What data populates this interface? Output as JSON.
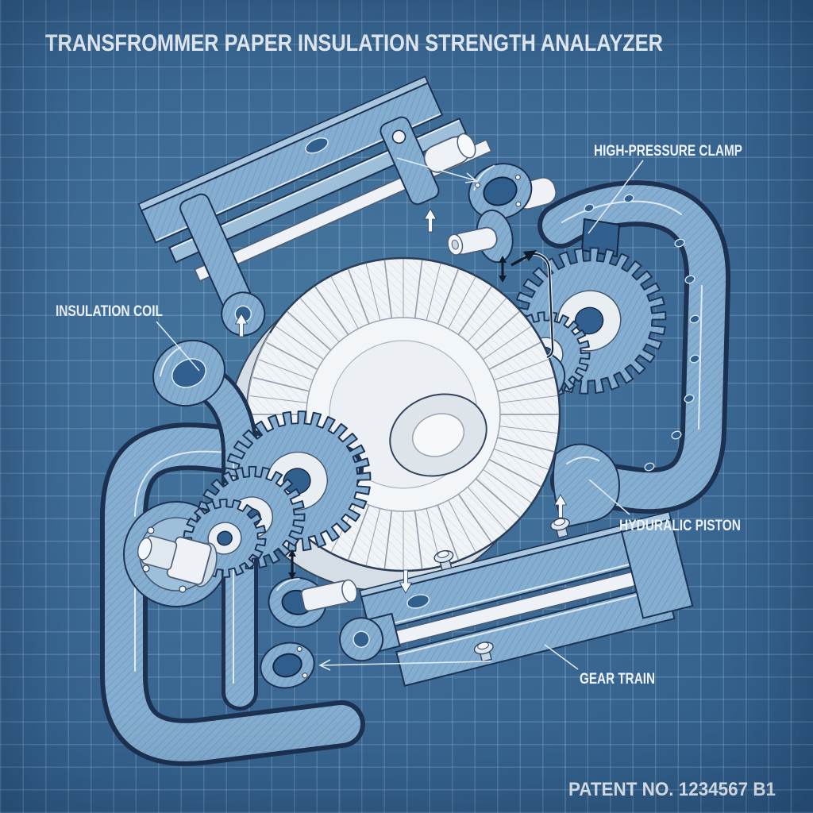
{
  "title": "TRANSFROMMER PAPER INSULATION STRENGTH ANALAYZER",
  "patent_label": "PATENT NO. 1234567 B1",
  "callouts": {
    "high_pressure_clamp": "HIGH-PRESSURE CLAMP",
    "insulation_coil": "INSULATION COIL",
    "hyduralic_piston": "HYDURALIC PISTON",
    "gear_train": "GEAR TRAIN"
  },
  "drawing": {
    "style": "blueprint exploded-view patent drawing",
    "parts": [
      "linear-rail-assembly-top",
      "high-pressure-clamp-frame",
      "gear-cluster-right",
      "insulation-coil-drum",
      "gear-train-left",
      "clamp-frame-left",
      "hydraulic-piston-bracket",
      "linear-rail-assembly-bottom",
      "washer-top",
      "flanged-bushing-top",
      "retaining-wire",
      "flanged-pin-bottom",
      "washer-bottom",
      "stepped-output-shaft",
      "assembly-direction-arrows"
    ]
  },
  "colors": {
    "background": "#3d6b96",
    "background_light": "#46799f",
    "background_dark": "#2b547f",
    "grid_line": "#7ea9cd",
    "part_fill": "#85aed0",
    "part_fill_light": "#a9c7e0",
    "part_outline": "#1d3150",
    "drum_white": "#f1f4f7",
    "highlight": "#ffffff",
    "label_text": "#eef3f9",
    "arrow_black": "#0e1b2c"
  }
}
